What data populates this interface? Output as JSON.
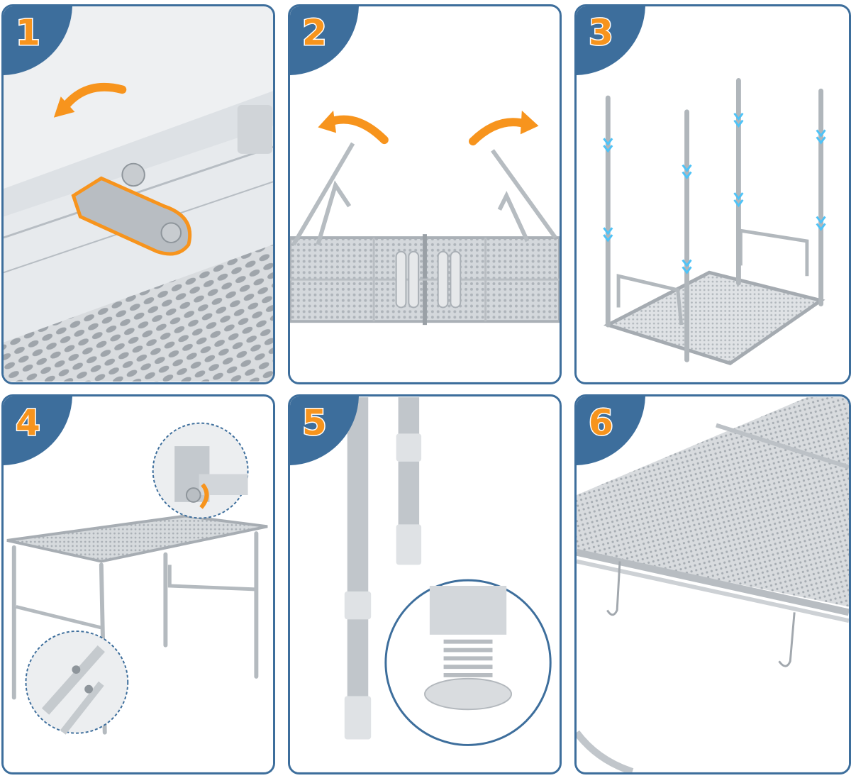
{
  "panels": [
    {
      "number": "1"
    },
    {
      "number": "2"
    },
    {
      "number": "3"
    },
    {
      "number": "4"
    },
    {
      "number": "5"
    },
    {
      "number": "6"
    }
  ],
  "colors": {
    "badge": "#3d6e9c",
    "number": "#f7941d",
    "arrow_orange": "#f7941d",
    "arrow_cyan": "#4fc3f7",
    "aluminum": "#c9ced3"
  }
}
